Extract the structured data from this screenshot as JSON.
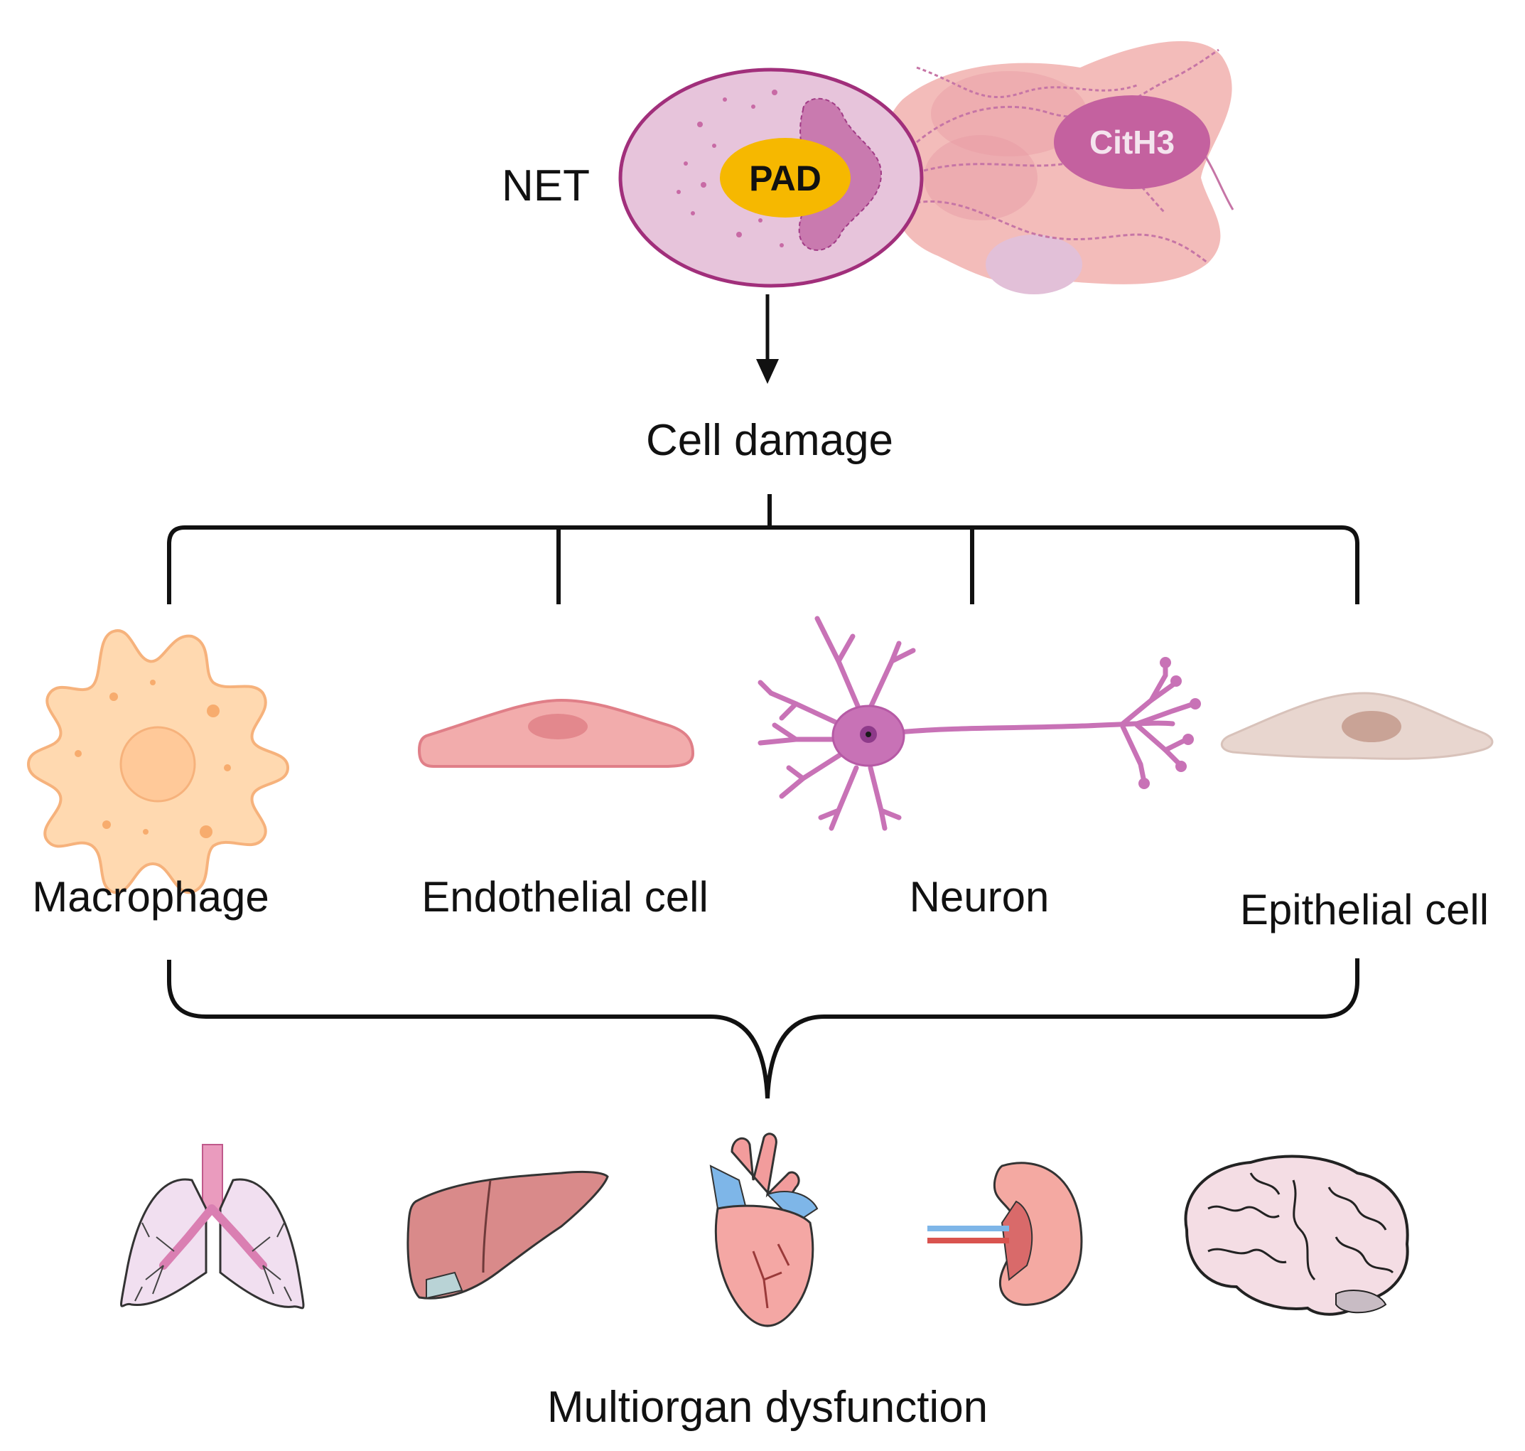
{
  "net": {
    "label": "NET",
    "pad_label": "PAD",
    "cith3_label": "CitH3"
  },
  "cell_damage_label": "Cell damage",
  "cells": [
    {
      "label": "Macrophage",
      "icon": "macrophage-icon"
    },
    {
      "label": "Endothelial cell",
      "icon": "endothelial-cell-icon"
    },
    {
      "label": "Neuron",
      "icon": "neuron-icon"
    },
    {
      "label": "Epithelial cell",
      "icon": "epithelial-cell-icon"
    }
  ],
  "organs": [
    {
      "icon": "lungs-icon"
    },
    {
      "icon": "liver-icon"
    },
    {
      "icon": "heart-icon"
    },
    {
      "icon": "kidney-icon"
    },
    {
      "icon": "brain-icon"
    }
  ],
  "outcome_label": "Multiorgan dysfunction",
  "colors": {
    "net_cell_fill": "#E6C3DA",
    "net_cell_stroke": "#A0307A",
    "nucleus": "#C978AE",
    "pad": "#F5B800",
    "chromatin_cloud": "#F0B3B0",
    "cith3": "#C2609E",
    "macrophage": "#FFD3A6",
    "endothelial": "#F2A9A9",
    "neuron": "#C46BB3",
    "epithelial": "#E6D2CC"
  }
}
